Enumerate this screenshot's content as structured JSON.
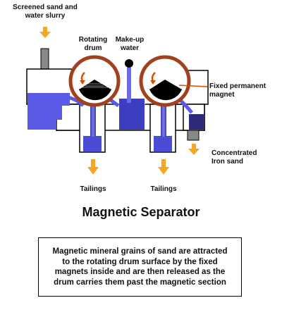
{
  "labels": {
    "slurry": [
      "Screened sand and",
      "water slurry"
    ],
    "drum": [
      "Rotating",
      "drum"
    ],
    "makeup": [
      "Make-up",
      "water"
    ],
    "magnet": [
      "Fixed permanent",
      "magnet"
    ],
    "conc": [
      "Concentrated",
      "Iron sand"
    ],
    "tail1": "Tailings",
    "tail2": "Tailings"
  },
  "title": "Magnetic Separator",
  "description": [
    "Magnetic mineral grains of sand are attracted",
    "to the rotating drum surface by the fixed",
    "magnets inside and are then released as the",
    "drum carries them past the magnetic section"
  ],
  "colors": {
    "water": "#5a5ae6",
    "water_dark": "#2b2b9c",
    "tank_outline": "#000000",
    "drum_rim": "#a0401c",
    "arrow": "#f5a623",
    "rotation_arrow": "#e04a00",
    "magnet_fill": "#000000"
  }
}
